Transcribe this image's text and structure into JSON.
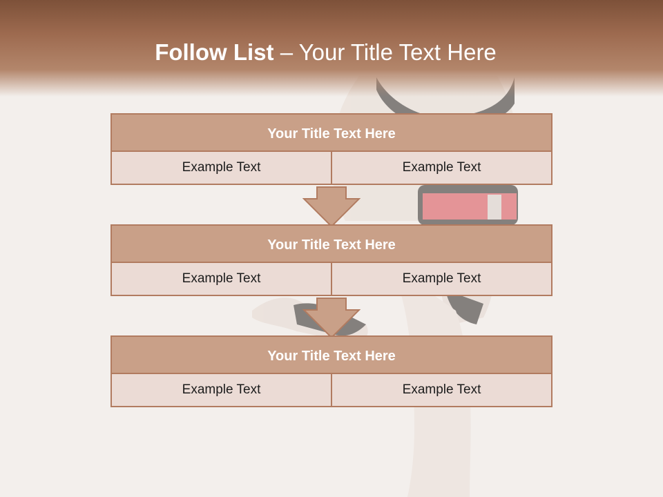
{
  "slide": {
    "title_bold": "Follow List",
    "title_rest": " – Your Title Text Here"
  },
  "blocks": [
    {
      "title": "Your Title Text Here",
      "cells": [
        "Example Text",
        "Example Text"
      ]
    },
    {
      "title": "Your Title Text Here",
      "cells": [
        "Example Text",
        "Example Text"
      ]
    },
    {
      "title": "Your Title Text Here",
      "cells": [
        "Example Text",
        "Example Text"
      ]
    }
  ],
  "colors": {
    "header": "#9d6a4f",
    "box_title_fill": "#c9a088",
    "box_row_fill": "#ebdbd5",
    "box_border": "#b17b60",
    "arrow_fill": "#c9a088"
  }
}
